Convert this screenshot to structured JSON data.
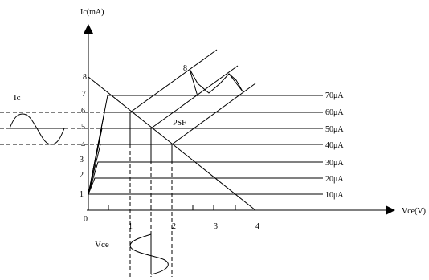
{
  "axes": {
    "y_title": "Ic(mA)",
    "x_title": "Vce(V)",
    "origin": "0",
    "y_ticks": [
      "1",
      "2",
      "3",
      "4",
      "5",
      "6",
      "7",
      "8"
    ],
    "x_ticks": [
      "1",
      "2",
      "3",
      "4"
    ]
  },
  "curves": [
    "10μA",
    "20μA",
    "30μA",
    "40μA",
    "50μA",
    "60μA",
    "70μA"
  ],
  "labels": {
    "q_point": "PSF",
    "ic_wave": "Ic",
    "vce_wave": "Vce",
    "peak_mark": "8"
  }
}
